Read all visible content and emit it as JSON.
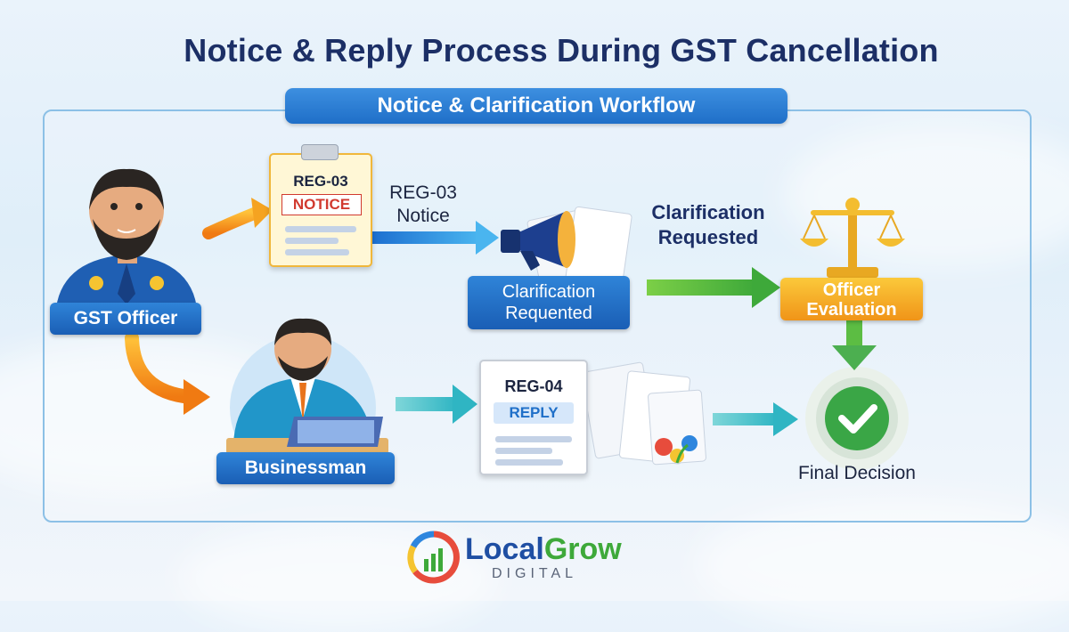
{
  "title": "Notice & Reply Process During GST Cancellation",
  "subtitle": "Notice & Clarification Workflow",
  "actors": {
    "officer_label": "GST Officer",
    "business_label": "Businessman"
  },
  "notice_doc": {
    "code": "REG-03",
    "stamp": "NOTICE",
    "caption_line1": "REG-03",
    "caption_line2": "Notice"
  },
  "clarification": {
    "box_line1": "Clarification",
    "box_line2": "Requented",
    "caption_line1": "Clarification",
    "caption_line2": "Requested"
  },
  "evaluation": {
    "line1": "Officer",
    "line2": "Evaluation"
  },
  "reply_doc": {
    "code": "REG-04",
    "stamp": "REPLY"
  },
  "final": {
    "label": "Final Decision"
  },
  "logo": {
    "name_part1": "Local",
    "name_part2": "Grow",
    "tagline": "DIGITAL"
  },
  "colors": {
    "title": "#1c2f66",
    "primary_blue": "#1f6fc8",
    "orange": "#f08a1c",
    "green": "#4caf50",
    "yellow": "#f5b921",
    "teal": "#3bb7c4"
  }
}
